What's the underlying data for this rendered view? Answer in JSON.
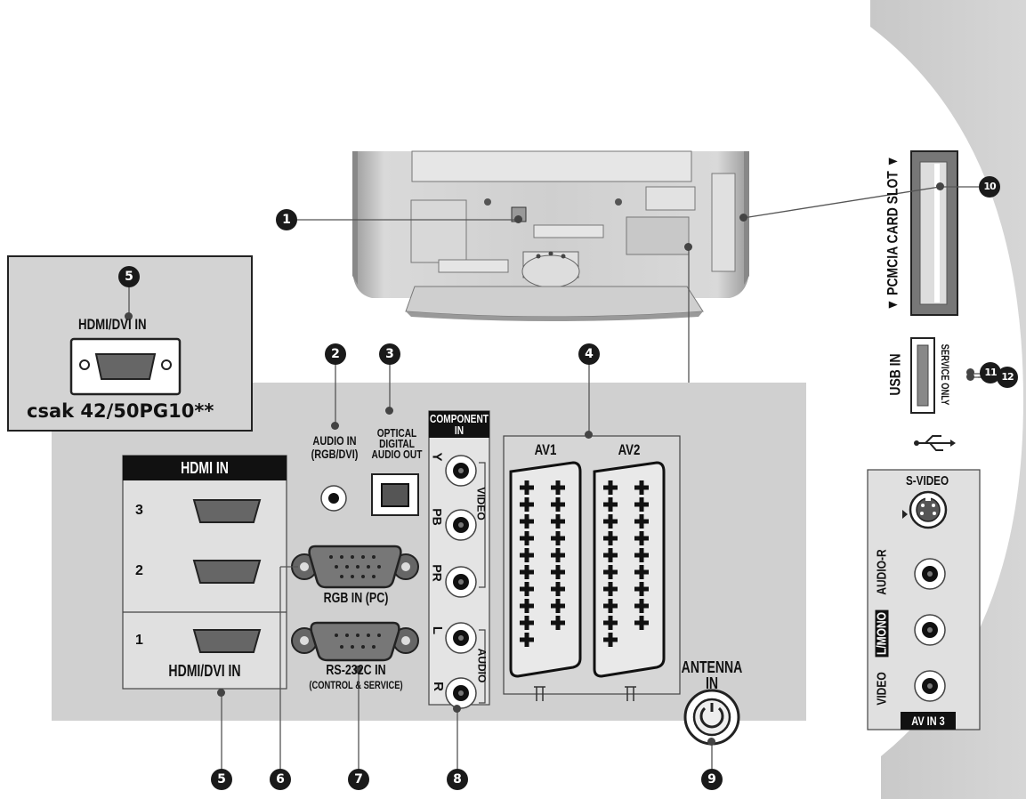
{
  "callouts": {
    "c1": "1",
    "c2": "2",
    "c3": "3",
    "c4": "4",
    "c5": "5",
    "c6": "6",
    "c7": "7",
    "c8": "8",
    "c9": "9",
    "c10": "10",
    "c11": "11",
    "c12": "12"
  },
  "inset": {
    "port_label": "HDMI/DVI IN",
    "model_note": "csak 42/50PG10**"
  },
  "hdmi_panel": {
    "header": "HDMI IN",
    "port_numbers": [
      "3",
      "2",
      "1"
    ],
    "dvi_label": "HDMI/DVI IN"
  },
  "audio_in": {
    "line1": "AUDIO IN",
    "line2": "(RGB/DVI)"
  },
  "optical": {
    "line1": "OPTICAL",
    "line2": "DIGITAL",
    "line3": "AUDIO OUT"
  },
  "rgb_label": "RGB IN (PC)",
  "rs232": {
    "line1": "RS-232C IN",
    "line2": "(CONTROL & SERVICE)"
  },
  "component": {
    "header1": "COMPONENT",
    "header2": "IN",
    "y": "Y",
    "pb": "PB",
    "pr": "PR",
    "l": "L",
    "r": "R",
    "video": "VIDEO",
    "audio": "AUDIO"
  },
  "scart": {
    "av1": "AV1",
    "av2": "AV2"
  },
  "antenna": {
    "line1": "ANTENNA",
    "line2": "IN"
  },
  "side": {
    "pcmcia": "▼ PCMCIA CARD SLOT ▼",
    "usb": "USB IN",
    "service": "SERVICE ONLY",
    "svideo": "S-VIDEO",
    "audio_r": "AUDIO-R",
    "lmono": "L/MONO",
    "video": "VIDEO",
    "av_in3": "AV IN 3"
  }
}
